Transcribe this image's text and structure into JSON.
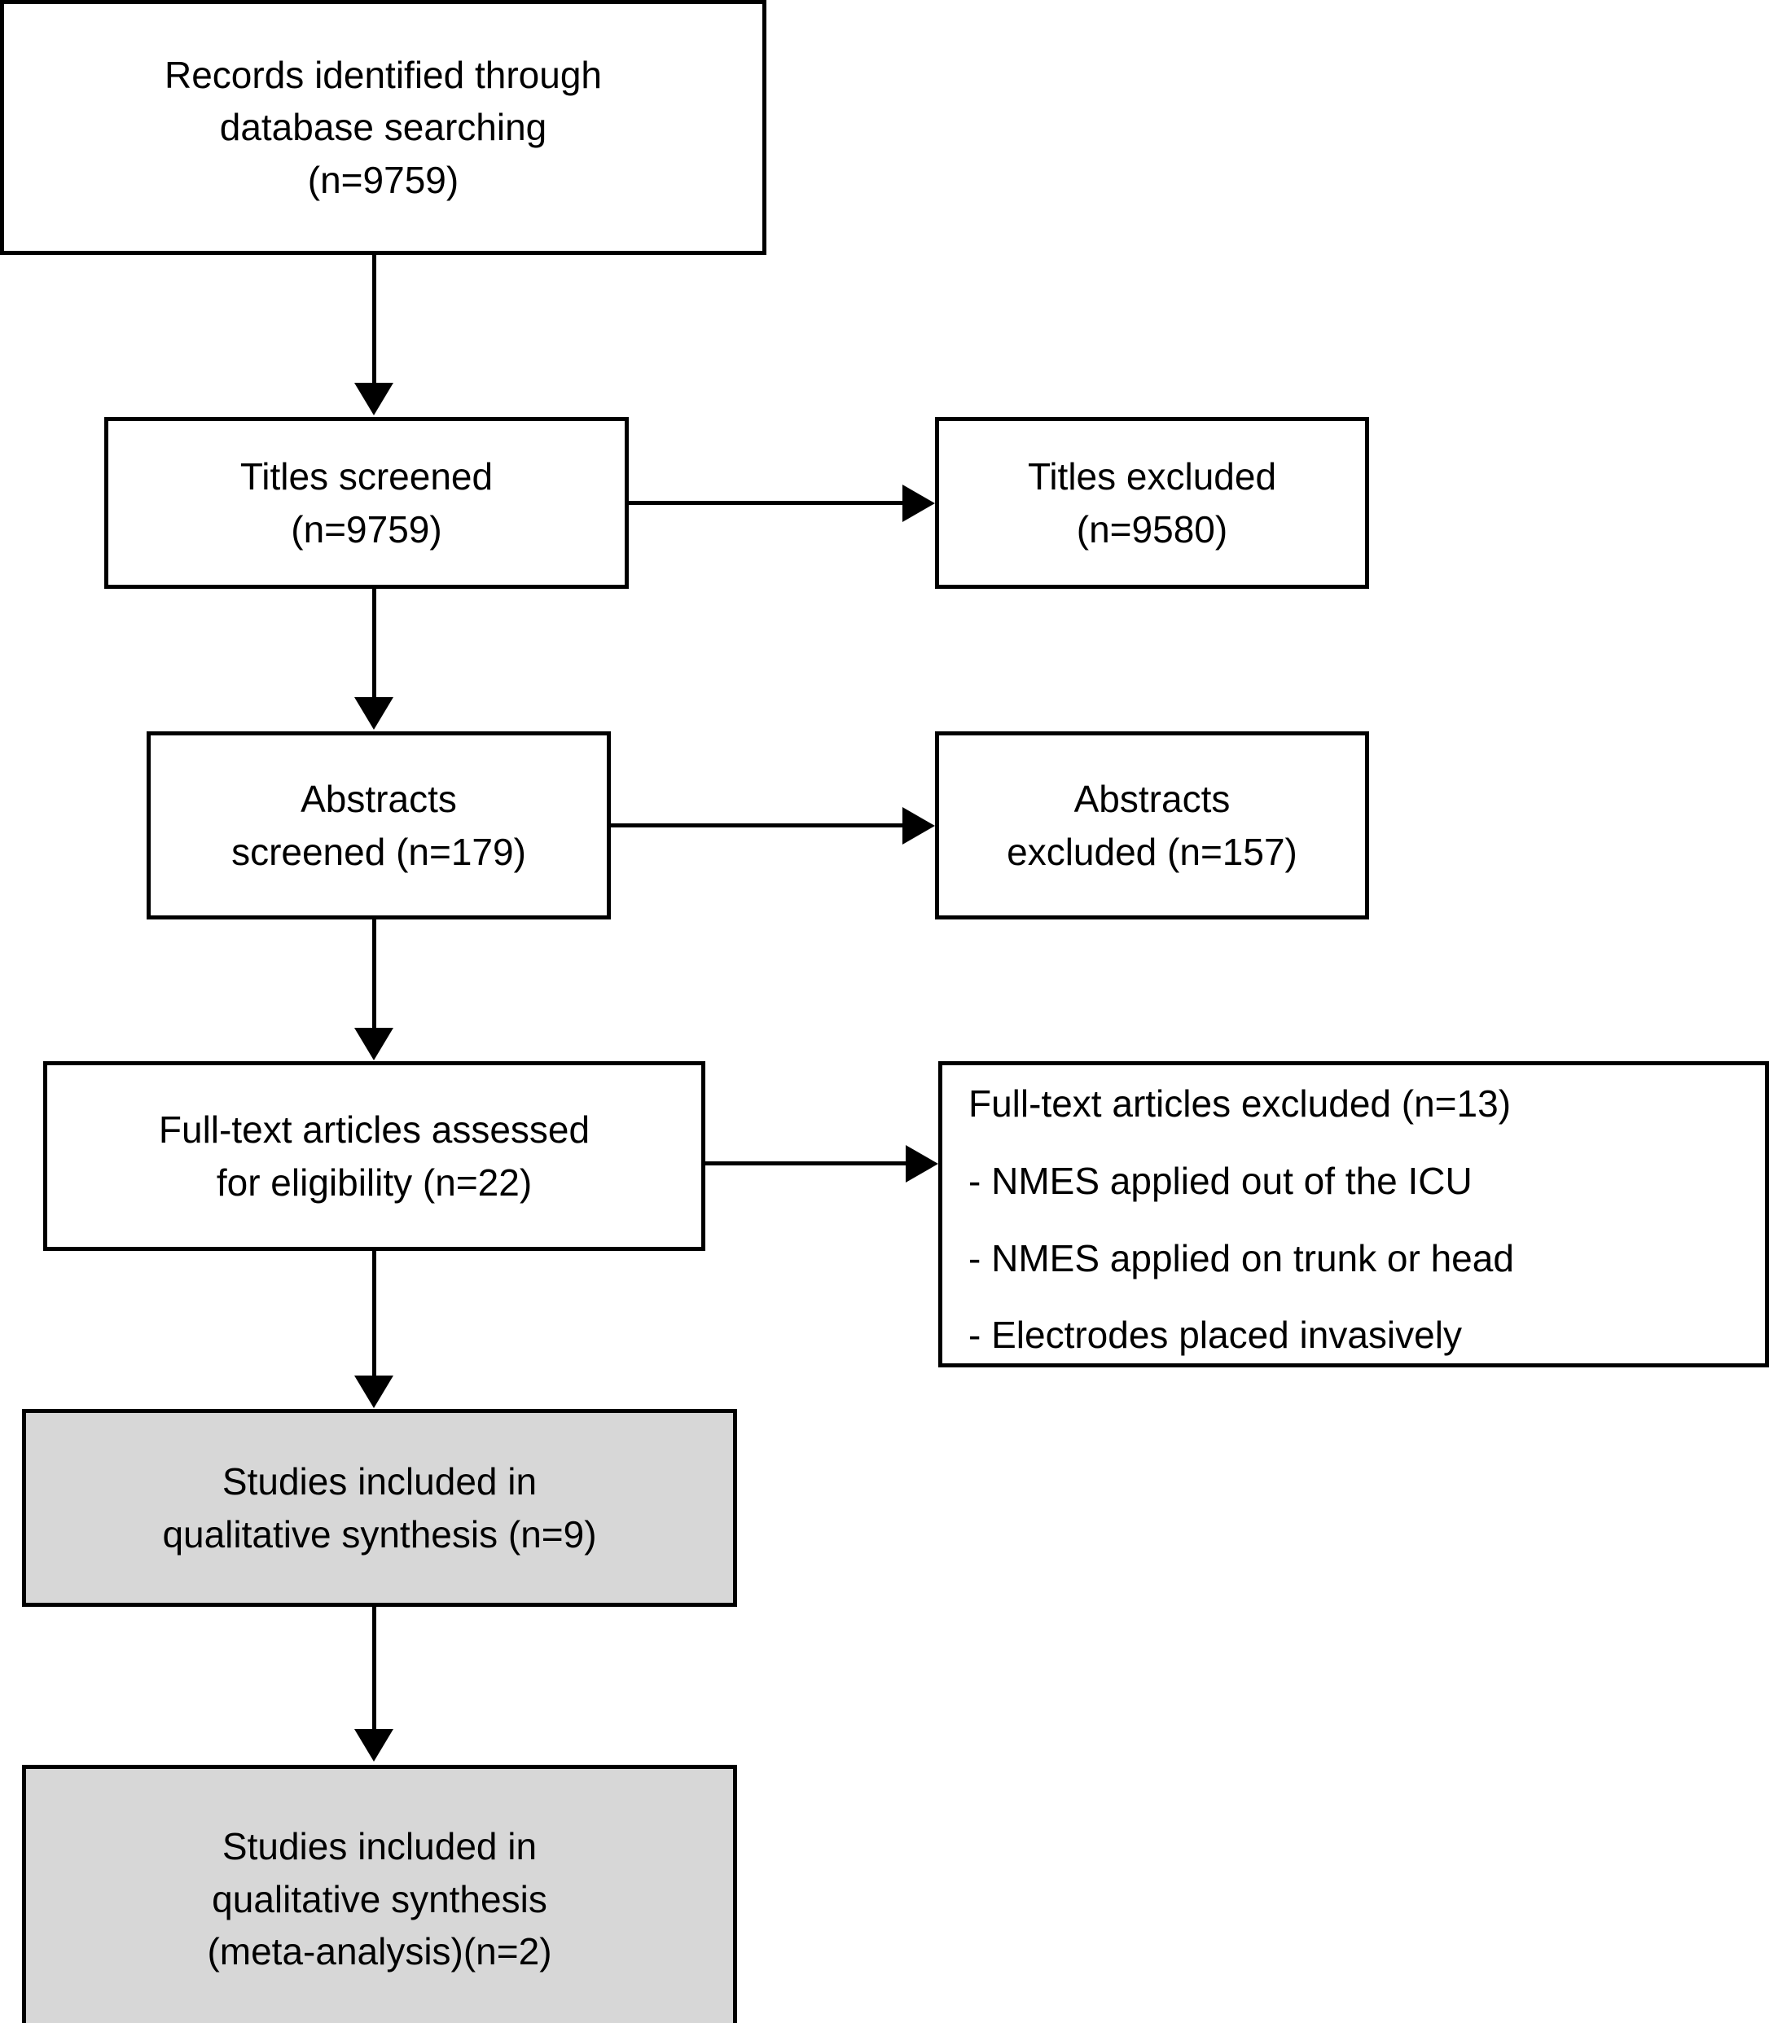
{
  "diagram": {
    "type": "prisma-flow-diagram",
    "title": "PRISMA study selection flow diagram",
    "colors": {
      "stroke": "#000000",
      "box_fill": "#ffffff",
      "shaded_fill": "#d7d7d7",
      "text": "#000000",
      "background": "#ffffff"
    },
    "nodes": [
      {
        "id": "records-identified",
        "text": "Records identified through\ndatabase searching\n(n=9759)",
        "count": 9759,
        "shaded": false
      },
      {
        "id": "titles-screened",
        "text": "Titles screened\n(n=9759)",
        "count": 9759,
        "shaded": false
      },
      {
        "id": "titles-excluded",
        "text": "Titles excluded\n(n=9580)",
        "count": 9580,
        "shaded": false
      },
      {
        "id": "abstracts-screened",
        "text": "Abstracts\nscreened (n=179)",
        "count": 179,
        "shaded": false
      },
      {
        "id": "abstracts-excluded",
        "text": "Abstracts\nexcluded (n=157)",
        "count": 157,
        "shaded": false
      },
      {
        "id": "fulltext-assessed",
        "text": "Full-text articles assessed\nfor eligibility (n=22)",
        "count": 22,
        "shaded": false
      },
      {
        "id": "fulltext-excluded",
        "text": "Full-text articles excluded (n=13)\n- NMES applied out of the ICU\n- NMES applied on trunk or head\n- Electrodes placed invasively",
        "count": 13,
        "shaded": false,
        "reasons": [
          "- NMES applied out of the ICU",
          "- NMES applied on trunk or head",
          "- Electrodes placed invasively"
        ]
      },
      {
        "id": "qualitative-synthesis",
        "text": "Studies included in\nqualitative synthesis (n=9)",
        "count": 9,
        "shaded": true
      },
      {
        "id": "meta-analysis",
        "text": "Studies included in\nqualitative synthesis\n(meta-analysis)(n=2)",
        "count": 2,
        "shaded": true
      }
    ]
  }
}
